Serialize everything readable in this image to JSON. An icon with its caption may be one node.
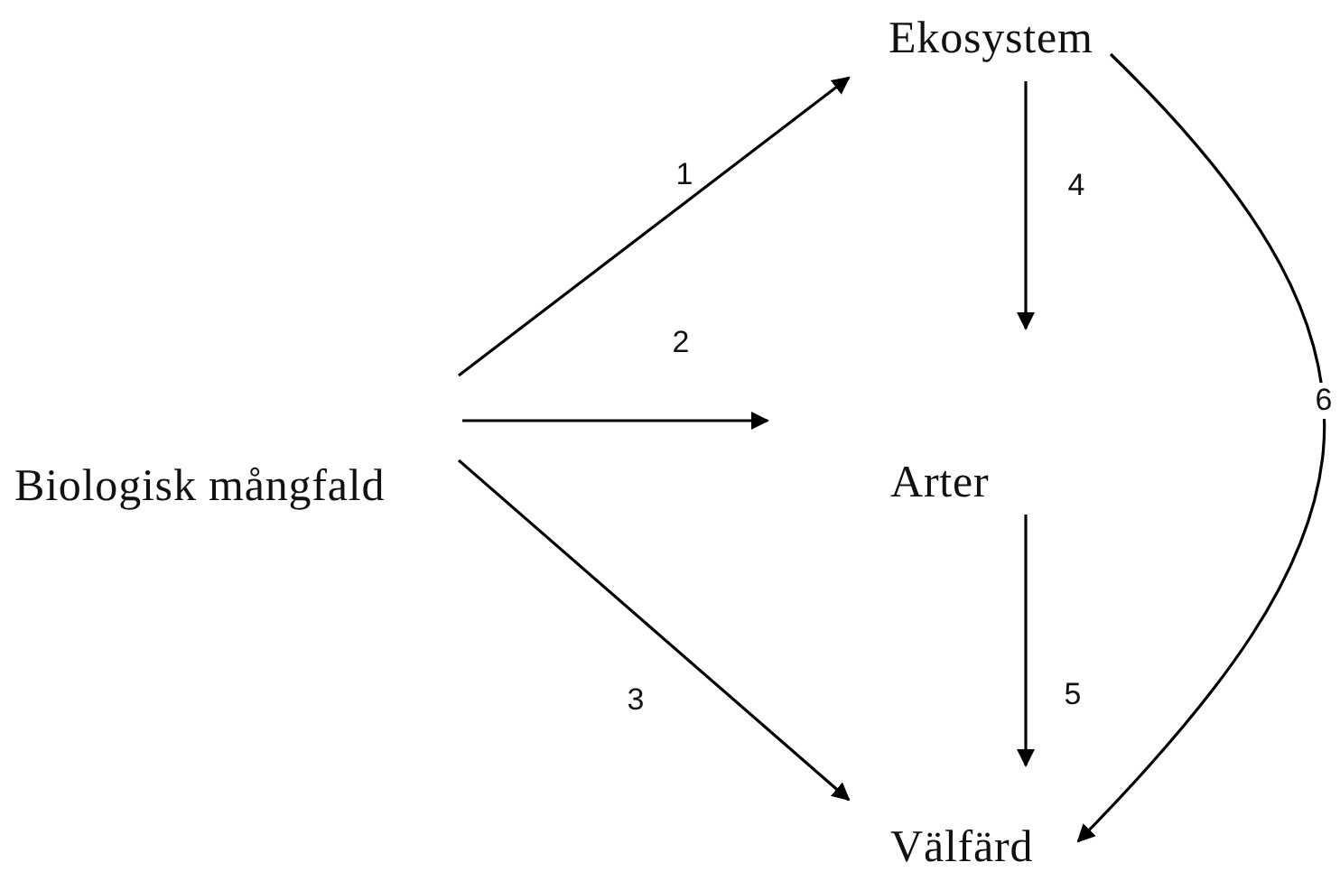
{
  "diagram": {
    "nodes": [
      {
        "text": [
          "Biologisk mångfald"
        ]
      },
      {
        "text": [
          "Ekosystem"
        ]
      },
      {
        "text": [
          "Arter"
        ]
      },
      {
        "text": [
          "Välfärd"
        ]
      }
    ],
    "edges": [
      {
        "from": 0,
        "to": 1,
        "arrow": "to",
        "label": "1"
      },
      {
        "from": 0,
        "to": 2,
        "arrow": "to",
        "label": "2"
      },
      {
        "from": 0,
        "to": 3,
        "arrow": "to",
        "label": "3"
      },
      {
        "from": 1,
        "to": 2,
        "arrow": "to",
        "label": "4"
      },
      {
        "from": 2,
        "to": 3,
        "arrow": "to",
        "label": "5"
      },
      {
        "from": 1,
        "to": 3,
        "arrow": "to",
        "label": "6"
      }
    ]
  }
}
